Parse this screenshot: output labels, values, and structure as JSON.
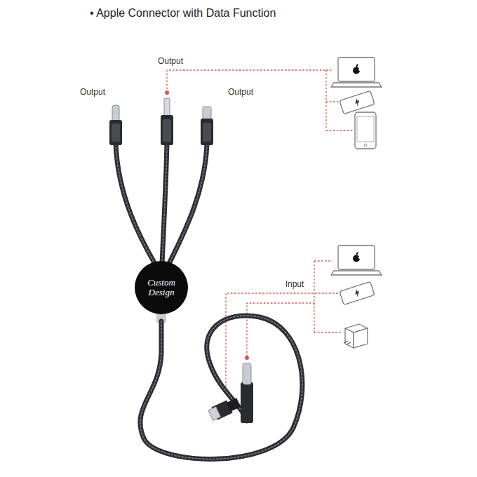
{
  "diagram": {
    "title": "• Apple Connector with Data Function",
    "nodes": [
      {
        "text": [
          "Custom Design"
        ]
      }
    ],
    "labels": [
      "Output",
      "Output",
      "Output",
      "Input"
    ]
  }
}
